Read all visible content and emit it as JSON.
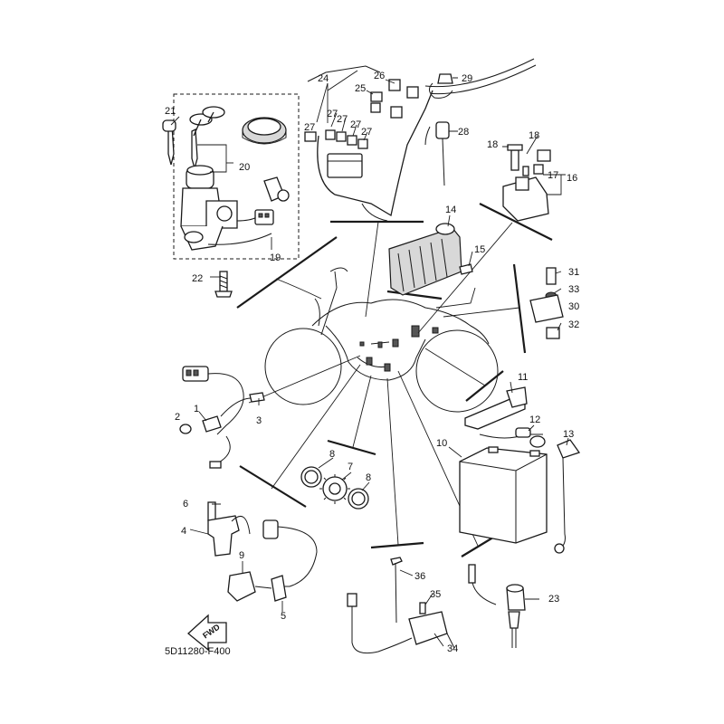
{
  "diagram": {
    "code": "5D11280-F400",
    "fwd_label": "FWD",
    "callouts": {
      "c1": "1",
      "c2": "2",
      "c3": "3",
      "c4": "4",
      "c5": "5",
      "c6": "6",
      "c7": "7",
      "c8a": "8",
      "c8b": "8",
      "c9": "9",
      "c10": "10",
      "c11": "11",
      "c12": "12",
      "c13": "13",
      "c14": "14",
      "c15": "15",
      "c16": "16",
      "c17": "17",
      "c18a": "18",
      "c18b": "18",
      "c19": "19",
      "c20": "20",
      "c21": "21",
      "c22": "22",
      "c23": "23",
      "c24": "24",
      "c25": "25",
      "c26": "26",
      "c27a": "27",
      "c27b": "27",
      "c27c": "27",
      "c27d": "27",
      "c27e": "27",
      "c28": "28",
      "c29": "29",
      "c30": "30",
      "c31": "31",
      "c32": "32",
      "c33": "33",
      "c34": "34",
      "c35": "35",
      "c36": "36"
    }
  }
}
